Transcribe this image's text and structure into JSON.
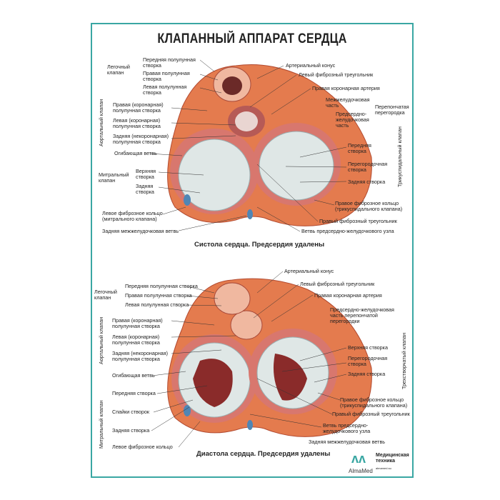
{
  "title": "КЛАПАННЫЙ АППАРАТ СЕРДЦА",
  "colors": {
    "frame": "#3aa7a3",
    "tissue": "#e47b4e",
    "muscle": "#c9524a",
    "valve": "#dfe7e6",
    "vessel": "#4f86b5"
  },
  "systole": {
    "caption": "Систола сердца. Предсердия удалены",
    "pulmonary_group": "Легочный клапан",
    "pulmonary": [
      "Передняя полулунная створка",
      "Правая полулунная створка",
      "Левая полулунная створка"
    ],
    "aortic_group": "Аортальный клапан",
    "aortic": [
      "Правая (коронарная) полулунная створка",
      "Левая (коронарная) полулунная створка",
      "Задняя (некоронарная) полулунная створка"
    ],
    "circumflex": "Огибающая ветвь",
    "mitral_group": "Митральный клапан",
    "mitral": [
      "Верхняя створка",
      "Задняя створка"
    ],
    "left_ring": "Левое фиброзное кольцо (митрального клапана)",
    "posterior_branch": "Задняя межжелудочковая ветвь",
    "arterial_cone": "Артериальный конус",
    "left_trigone": "Левый фиброзный треугольник",
    "right_coronary": "Правая коронарная артерия",
    "membranous_group": "Перепончатая перегородка",
    "membranous": [
      "Межжелудочковая часть",
      "Предсердно-желудочковая часть"
    ],
    "tricuspid_group": "Трикуспидальный клапан",
    "tricuspid": [
      "Передняя створка",
      "Перегородочная створка",
      "Задняя створка"
    ],
    "right_ring": "Правое фиброзное кольцо (трикуспидального клапана)",
    "right_trigone": "Правый фиброзный треугольник",
    "av_node_branch": "Ветвь предсердно-желудочкового узла"
  },
  "diastole": {
    "caption": "Диастола сердца. Предсердия удалены",
    "pulmonary_group": "Легочный клапан",
    "pulmonary": [
      "Передняя полулунная створка",
      "Правая полулунная створка",
      "Левая полулунная створка"
    ],
    "aortic_group": "Аортальный клапан",
    "aortic": [
      "Правая (коронарная) полулунная створка",
      "Левая (коронарная) полулунная створка",
      "Задняя (некоронарная) полулунная створка"
    ],
    "circumflex": "Огибающая ветвь",
    "mitral_group": "Митральный клапан",
    "mitral": [
      "Передняя створка",
      "Спайки створок",
      "Задняя створка"
    ],
    "left_ring": "Левое фиброзное кольцо",
    "arterial_cone": "Артериальный конус",
    "left_trigone": "Левый фиброзный треугольник",
    "right_coronary": "Правая коронарная артерия",
    "membranous": "Предсердно-желудочковая часть перепончатой перегородки",
    "tricuspid_group": "Трехстворчатый клапан",
    "tricuspid": [
      "Верхняя створка",
      "Перегородочная створка",
      "Задняя створка"
    ],
    "right_ring": "Правое фиброзное кольцо (трикуспидального клапана)",
    "right_trigone": "Правый фиброзный треугольник",
    "av_node_branch": "Ветвь предсердно-желудочкового узла",
    "posterior_branch": "Задняя межжелудочковая ветвь"
  },
  "logo": {
    "brand": "AlmaMed",
    "text": "Медицинская техника",
    "site": "almamed.su"
  }
}
